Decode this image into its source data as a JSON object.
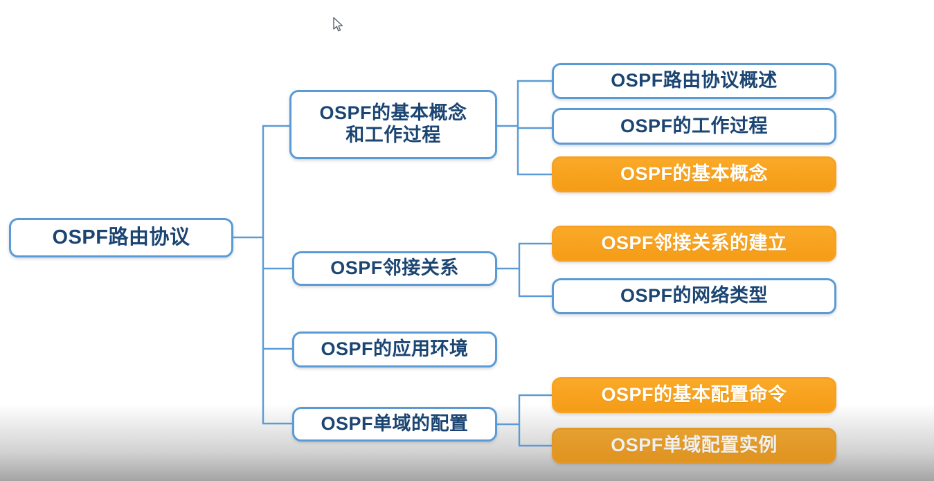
{
  "palette": {
    "node_border": "#5B9BD5",
    "node_text": "#1B4572",
    "connector": "#5B9BD5",
    "highlight_bg": "#F9A21F",
    "highlight_text": "#FFFFFF",
    "background_top": "#FFFFFF",
    "background_bottom": "#A4A4A4"
  },
  "cursor": {
    "type": "arrow-pointer"
  },
  "mindmap": {
    "root": {
      "label": "OSPF路由协议",
      "style": "outline"
    },
    "level1": [
      {
        "label": "OSPF的基本概念\n和工作过程",
        "style": "outline"
      },
      {
        "label": "OSPF邻接关系",
        "style": "outline"
      },
      {
        "label": "OSPF的应用环境",
        "style": "outline"
      },
      {
        "label": "OSPF单域的配置",
        "style": "outline"
      }
    ],
    "level2": [
      {
        "label": "OSPF路由协议概述",
        "style": "outline",
        "parent": 0
      },
      {
        "label": "OSPF的工作过程",
        "style": "outline",
        "parent": 0
      },
      {
        "label": "OSPF的基本概念",
        "style": "highlight",
        "parent": 0
      },
      {
        "label": "OSPF邻接关系的建立",
        "style": "highlight",
        "parent": 1
      },
      {
        "label": "OSPF的网络类型",
        "style": "outline",
        "parent": 1
      },
      {
        "label": "OSPF的基本配置命令",
        "style": "highlight",
        "parent": 3
      },
      {
        "label": "OSPF单域配置实例",
        "style": "highlight",
        "parent": 3
      }
    ]
  }
}
